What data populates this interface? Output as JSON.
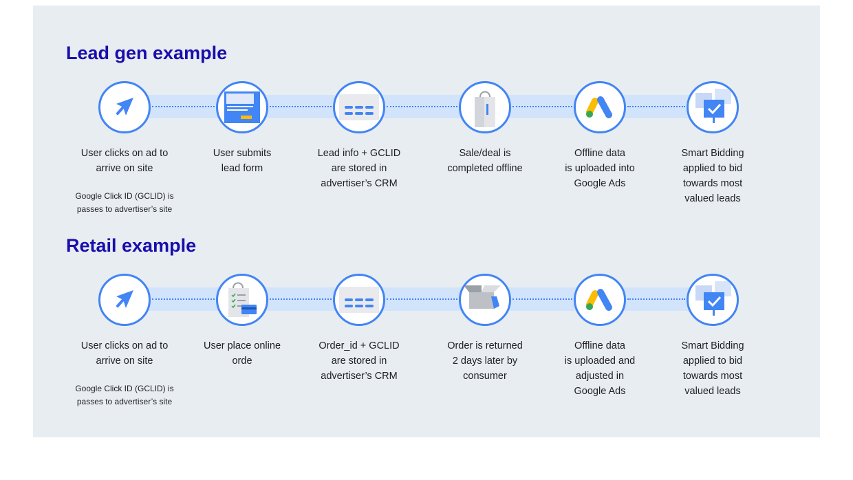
{
  "sections": [
    {
      "title": "Lead gen example",
      "steps": [
        {
          "icon": "cursor-arrow-icon",
          "caption": [
            "User clicks on ad to",
            "arrive on site"
          ],
          "note": [
            "Google Click ID (GCLID) is",
            "passes to advertiser’s site"
          ]
        },
        {
          "icon": "lead-form-icon",
          "caption": [
            "User submits",
            "lead form"
          ]
        },
        {
          "icon": "crm-record-icon",
          "caption": [
            "Lead info + GCLID",
            "are stored in",
            "advertiser’s CRM"
          ]
        },
        {
          "icon": "shopping-bag-icon",
          "caption": [
            "Sale/deal is",
            "completed offline"
          ]
        },
        {
          "icon": "google-ads-logo-icon",
          "caption": [
            "Offline data",
            "is uploaded into",
            "Google Ads"
          ]
        },
        {
          "icon": "smart-bidding-icon",
          "caption": [
            "Smart Bidding",
            "applied to bid",
            "towards most",
            "valued leads"
          ]
        }
      ]
    },
    {
      "title": "Retail example",
      "steps": [
        {
          "icon": "cursor-arrow-icon",
          "caption": [
            "User clicks on ad to",
            "arrive on site"
          ],
          "note": [
            "Google Click ID (GCLID) is",
            "passes to advertiser’s site"
          ]
        },
        {
          "icon": "online-order-icon",
          "caption": [
            "User place online",
            "orde"
          ]
        },
        {
          "icon": "crm-record-icon",
          "caption": [
            "Order_id + GCLID",
            "are stored in",
            "advertiser’s CRM"
          ]
        },
        {
          "icon": "returned-box-icon",
          "caption": [
            "Order is returned",
            "2 days later by",
            "consumer"
          ]
        },
        {
          "icon": "google-ads-logo-icon",
          "caption": [
            "Offline data",
            "is uploaded and",
            "adjusted in",
            "Google Ads"
          ]
        },
        {
          "icon": "smart-bidding-icon",
          "caption": [
            "Smart Bidding",
            "applied to bid",
            "towards most",
            "valued leads"
          ]
        }
      ]
    }
  ],
  "colors": {
    "title": "#1a0dab",
    "accent": "#4285f4",
    "band": "#d2e3fc",
    "panel": "#e8edf1"
  }
}
